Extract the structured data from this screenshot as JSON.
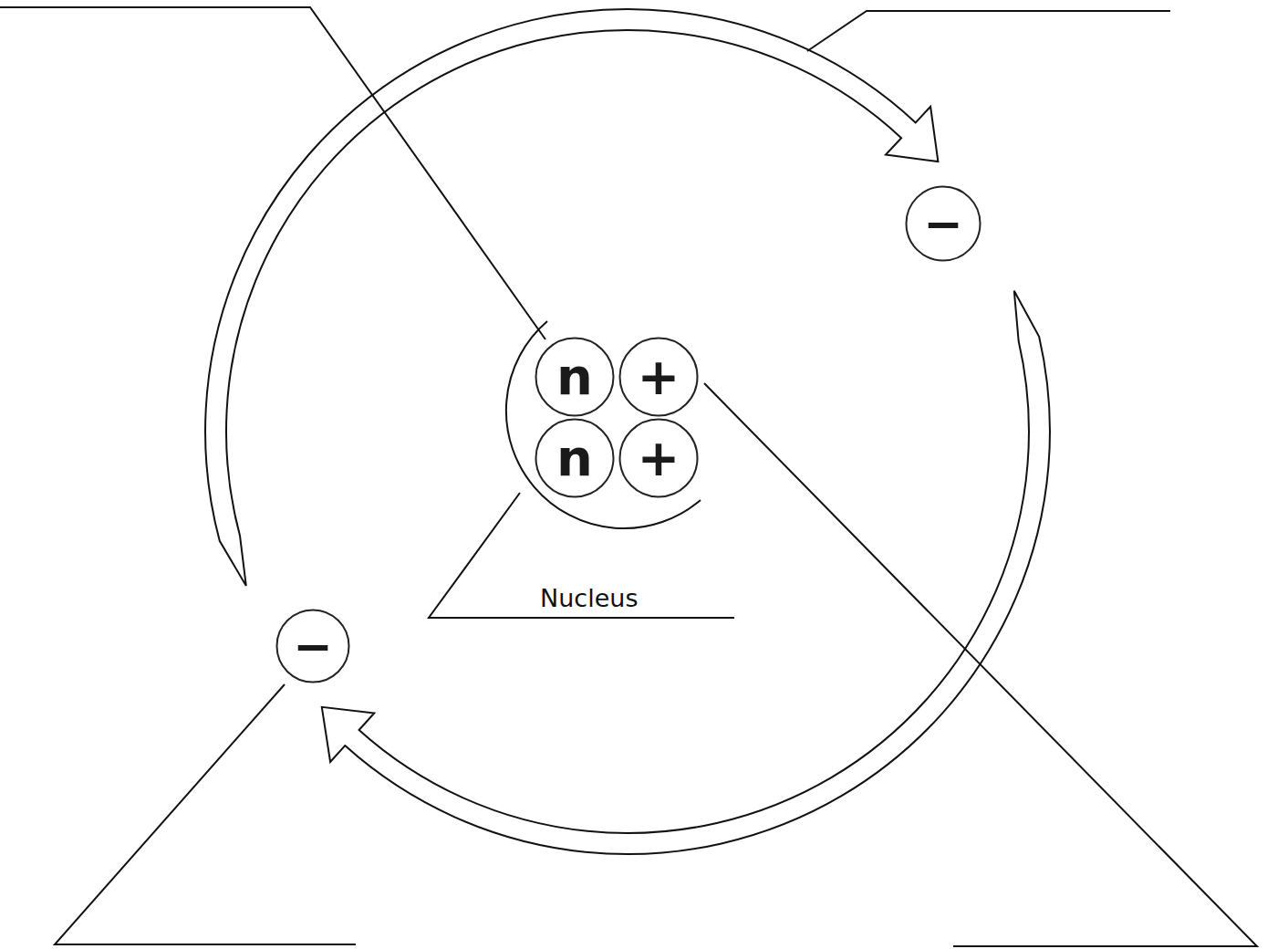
{
  "diagram": {
    "nodes": [
      {
        "text": [
          "−"
        ]
      },
      {
        "text": [
          "n"
        ]
      },
      {
        "text": [
          "+"
        ]
      },
      {
        "text": [
          "n"
        ]
      },
      {
        "text": [
          "+"
        ]
      },
      {
        "text": [
          "−"
        ]
      }
    ],
    "labels": [
      "Nucleus"
    ]
  }
}
